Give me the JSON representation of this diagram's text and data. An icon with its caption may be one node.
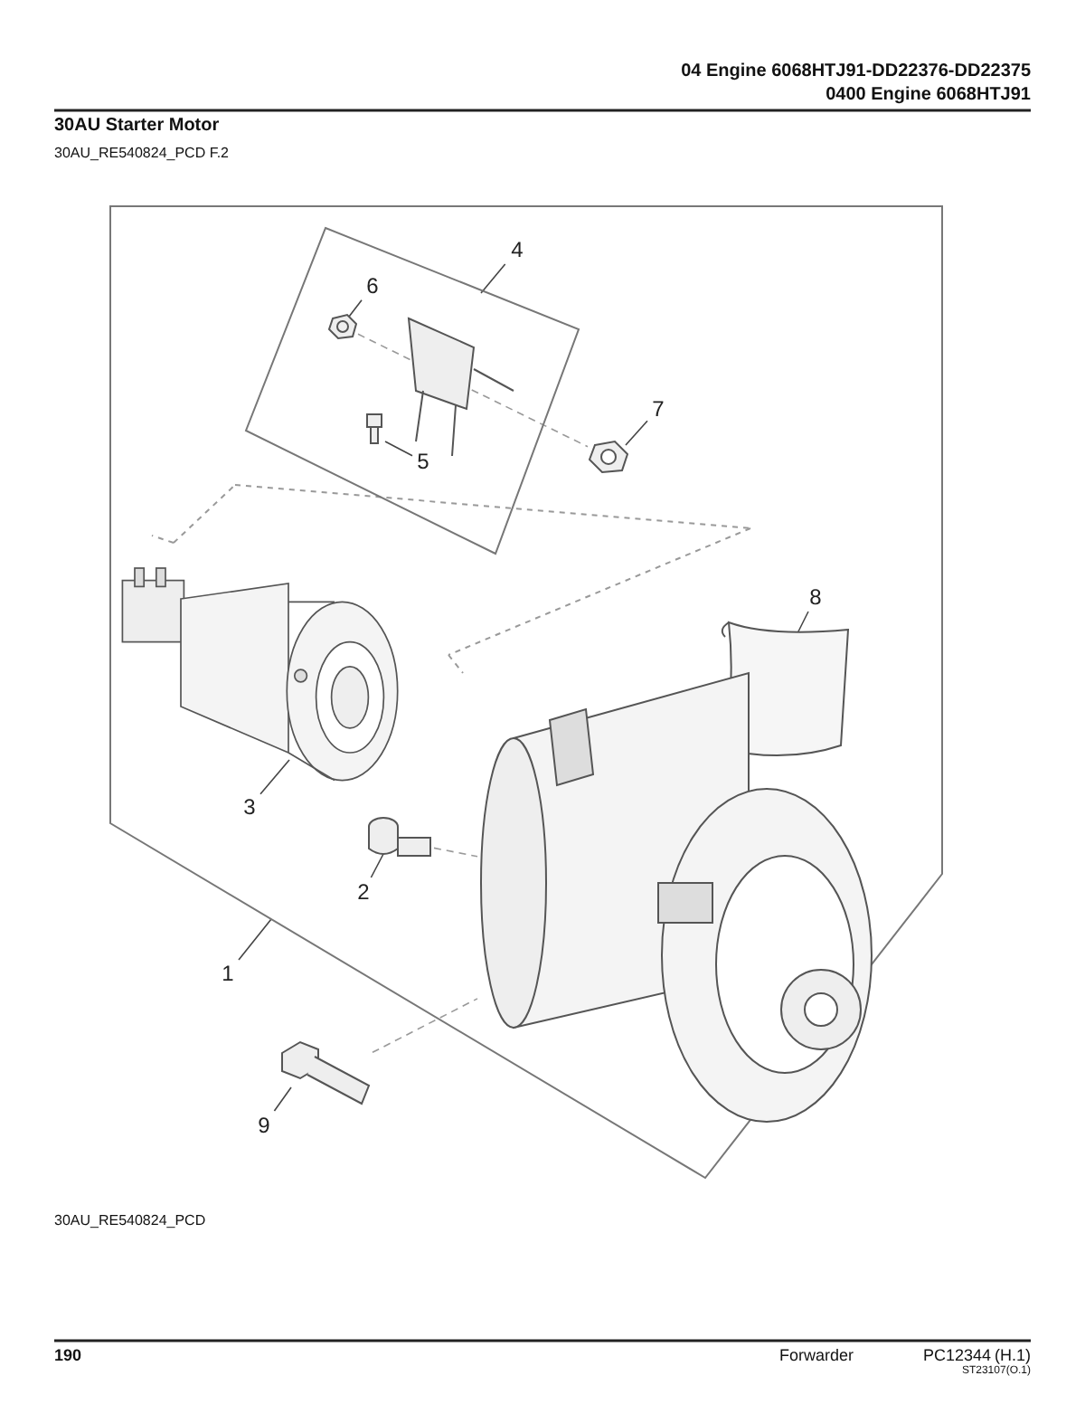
{
  "diagram": {
    "nodes": [
      {
        "text": [],
        "shape": "box"
      },
      {
        "text": [],
        "shape": "box",
        "in": 0
      },
      {
        "text": [
          "4"
        ],
        "in": 0
      },
      {
        "text": [
          "6"
        ],
        "in": 1
      },
      {
        "text": [],
        "shape": "picture",
        "in": 1
      },
      {
        "text": [],
        "shape": "picture",
        "in": 1
      },
      {
        "text": [
          "5"
        ],
        "in": 1
      },
      {
        "text": [
          "7"
        ],
        "in": 0
      },
      {
        "text": [],
        "shape": "picture",
        "in": 0
      },
      {
        "text": [
          "8"
        ],
        "in": 0
      },
      {
        "text": [],
        "shape": "picture",
        "in": 0
      },
      {
        "text": [
          "3"
        ],
        "in": 0
      },
      {
        "text": [],
        "shape": "picture",
        "in": 0
      },
      {
        "text": [
          "2"
        ],
        "in": 0
      },
      {
        "text": [],
        "shape": "picture",
        "in": 0
      },
      {
        "text": [
          "1"
        ],
        "in": 0
      },
      {
        "text": [],
        "shape": "picture",
        "in": 0
      },
      {
        "text": [
          "9"
        ],
        "in": 0
      },
      {
        "text": [],
        "shape": "picture",
        "in": 0
      }
    ],
    "edges": [
      {
        "from": 2,
        "to": 1,
        "arrow": "none"
      },
      {
        "from": 3,
        "to": 4,
        "arrow": "none"
      },
      {
        "from": 6,
        "to": 5,
        "arrow": "none"
      },
      {
        "from": 7,
        "to": 8,
        "arrow": "none"
      },
      {
        "from": 9,
        "to": 10,
        "arrow": "none"
      },
      {
        "from": 11,
        "to": 12,
        "arrow": "none"
      },
      {
        "from": 13,
        "to": 14,
        "arrow": "none"
      },
      {
        "from": 15,
        "to": 0,
        "arrow": "none"
      },
      {
        "from": 17,
        "to": 18,
        "arrow": "none"
      },
      {
        "from": 4,
        "to": 8,
        "arrow": "none",
        "style": "dashed",
        "color": "#999999"
      },
      {
        "from": 14,
        "to": 16,
        "arrow": "none",
        "style": "dashed",
        "color": "#999999"
      },
      {
        "from": 18,
        "to": 16,
        "arrow": "none",
        "style": "dashed",
        "color": "#999999"
      }
    ],
    "labels": [
      "04 Engine 6068HTJ91-DD22376-DD22375",
      "0400 Engine 6068HTJ91",
      "30AU Starter Motor",
      "30AU_RE540824_PCD F.2",
      "30AU_RE540824_PCD",
      "190",
      "Forwarder",
      "PC12344",
      "(H.1)",
      "ST23107(O.1)"
    ]
  }
}
